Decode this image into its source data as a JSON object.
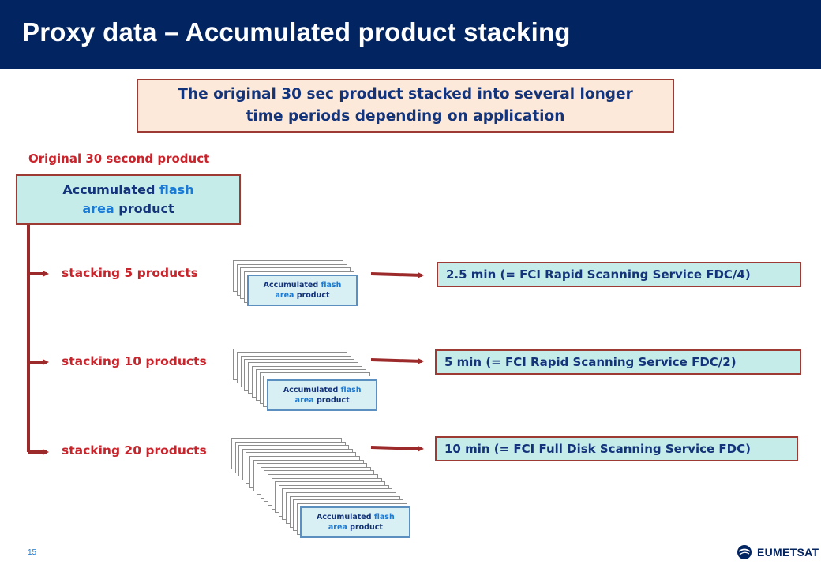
{
  "title": "Proxy data – Accumulated product stacking",
  "callout": {
    "line1": "The original 30 sec product stacked into several longer",
    "line2": "time periods depending on application"
  },
  "original_label": "Original 30 second product",
  "product": {
    "word_accumulated": "Accumulated",
    "word_flash": "flash",
    "word_area": "area",
    "word_product": "product"
  },
  "rows": [
    {
      "stack_label": "stacking 5 products",
      "result": "2.5 min (= FCI Rapid Scanning Service FDC/4)"
    },
    {
      "stack_label": "stacking 10 products",
      "result": "5 min (= FCI Rapid Scanning Service FDC/2)"
    },
    {
      "stack_label": "stacking 20 products",
      "result": "10 min (= FCI Full Disk Scanning Service FDC)"
    }
  ],
  "page_number": "15",
  "logo_text": "EUMETSAT",
  "colors": {
    "header_bg": "#022461",
    "accent_red": "#c8242c",
    "arrow": "#9c2a2a",
    "box_teal": "#c5ece9",
    "callout_bg": "#fde9d9",
    "text_navy": "#13337a",
    "text_blue": "#1a7ad4"
  }
}
